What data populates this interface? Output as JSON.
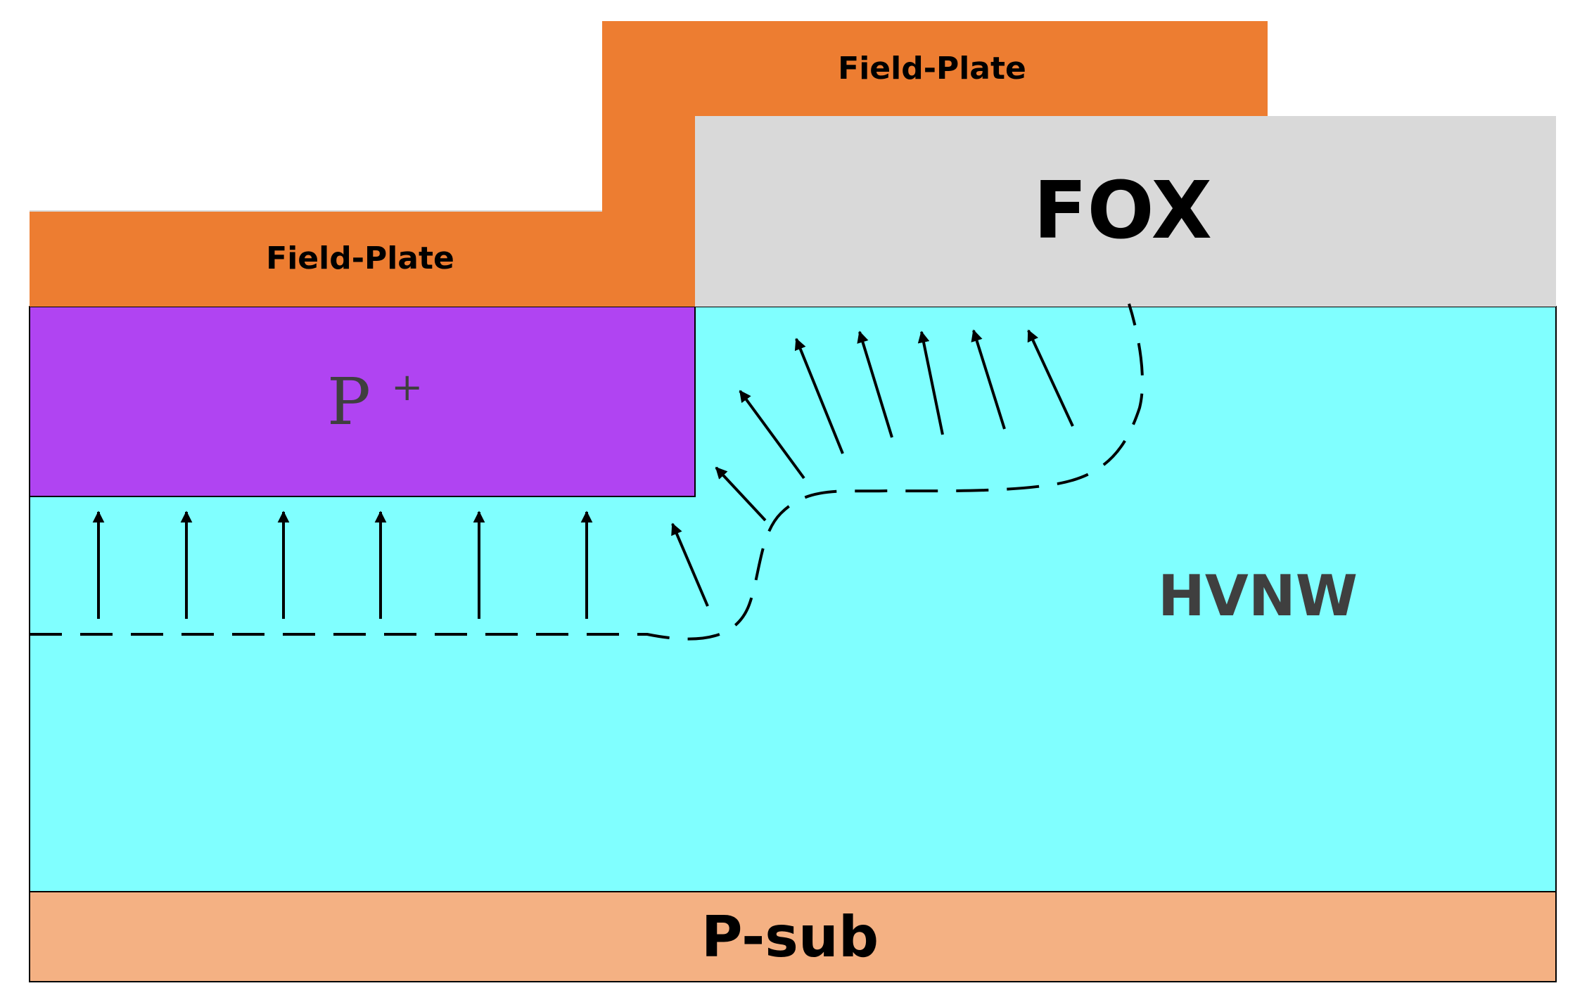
{
  "diagram": {
    "labels": {
      "field_plate_top": "Field-Plate",
      "field_plate_left": "Field-Plate",
      "fox": "FOX",
      "p_plus_base": "P",
      "p_plus_sup": "+",
      "hvnw": "HVNW",
      "p_sub": "P-sub"
    },
    "colors": {
      "field_plate": "#ED7D31",
      "fox": "#D9D9D9",
      "p_plus": "#B044F2",
      "hvnw": "#80FFFF",
      "p_sub": "#F4B183",
      "arrow": "#000000",
      "depletion_edge": "#000000",
      "text_dark": "#000000",
      "text_gray": "#3F3F3F"
    }
  }
}
